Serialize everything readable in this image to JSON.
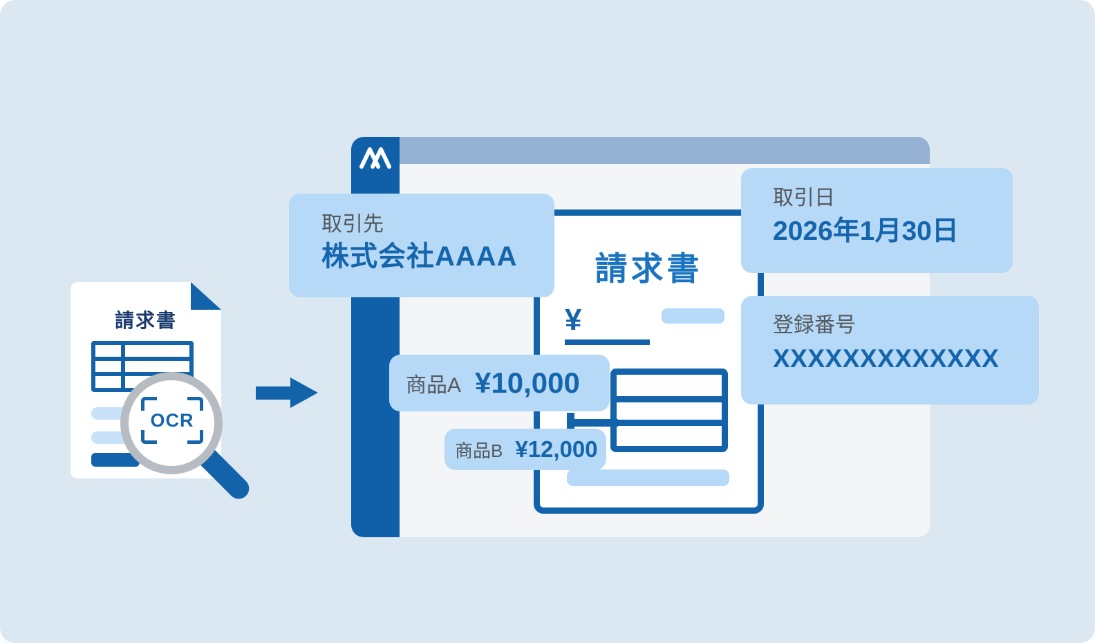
{
  "illustration": {
    "source_document": {
      "title": "請求書"
    },
    "ocr": {
      "label": "OCR"
    },
    "app": {
      "brand_logo": "moneyforward-m-logo",
      "invoice": {
        "title": "請求書",
        "amount_prefix": "¥"
      },
      "callouts": {
        "vendor": {
          "label": "取引先",
          "value": "株式会社AAAA"
        },
        "transaction_date": {
          "label": "取引日",
          "value": "2026年1月30日"
        },
        "registration_number": {
          "label": "登録番号",
          "value": "XXXXXXXXXXXXX"
        },
        "item_a": {
          "label": "商品A",
          "value": "¥10,000"
        },
        "item_b": {
          "label": "商品B",
          "value": "¥12,000"
        }
      }
    },
    "icons": {
      "magnifier": "magnifier-icon",
      "scan_frame": "scan-frame-icon",
      "flow_arrow": "flow-arrow-icon",
      "page_fold": "page-fold-icon"
    },
    "colors": {
      "background": "#dbe8f2",
      "primary_blue": "#1263aa",
      "bright_blue": "#1a74c0",
      "value_blue": "#1465ab",
      "callout_bg": "#b6d9f8",
      "topbar_blue_gray": "#95b1d3",
      "window_bg": "#f4f5f6",
      "label_gray": "#55585c",
      "navy_title": "#1a3a6e",
      "magnifier_ring_gray": "#b7bcc2",
      "paper_bar_light_blue": "#c7e1f8"
    }
  }
}
